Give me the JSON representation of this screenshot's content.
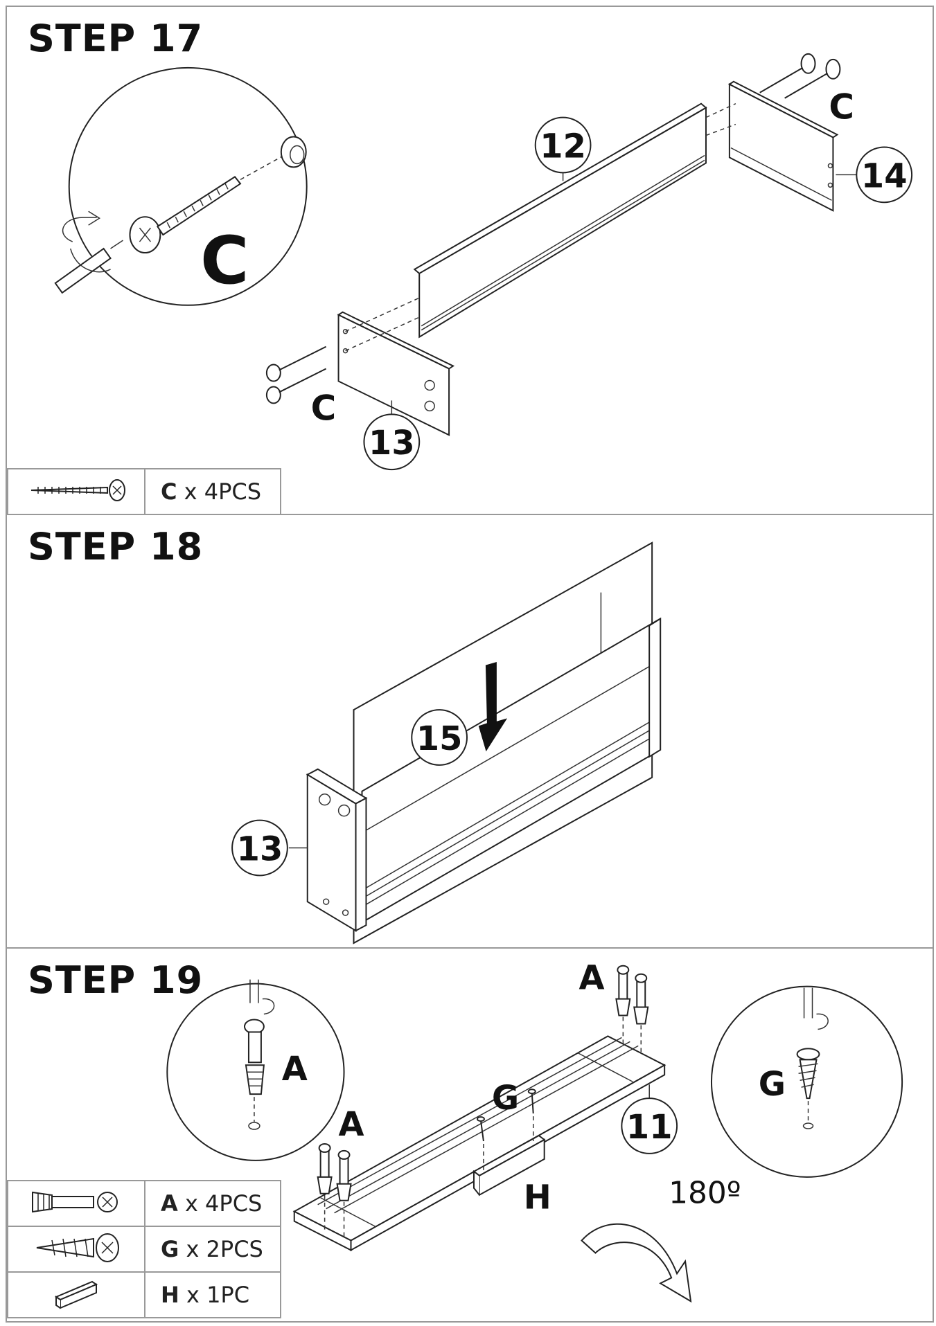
{
  "steps": [
    {
      "title": "STEP 17",
      "callouts": {
        "detail_hardware": "C",
        "left_hardware": "C",
        "right_hardware": "C"
      },
      "part_numbers": [
        "12",
        "13",
        "14"
      ],
      "parts_list": [
        {
          "icon": "screw-icon",
          "code": "C",
          "qty": " x 4PCS"
        }
      ]
    },
    {
      "title": "STEP 18",
      "part_numbers": [
        "15",
        "13"
      ],
      "parts_list": []
    },
    {
      "title": "STEP 19",
      "callouts": {
        "detail_left": "A",
        "detail_right": "G",
        "top_hardware": "A",
        "left_hardware": "A",
        "screws": "G",
        "bracket": "H"
      },
      "part_numbers": [
        "11"
      ],
      "rotation": "180º",
      "parts_list": [
        {
          "icon": "cam-bolt-icon",
          "code": "A",
          "qty": " x 4PCS"
        },
        {
          "icon": "wood-screw-icon",
          "code": "G",
          "qty": " x 2PCS"
        },
        {
          "icon": "bracket-icon",
          "code": "H",
          "qty": " x 1PC"
        }
      ]
    }
  ]
}
